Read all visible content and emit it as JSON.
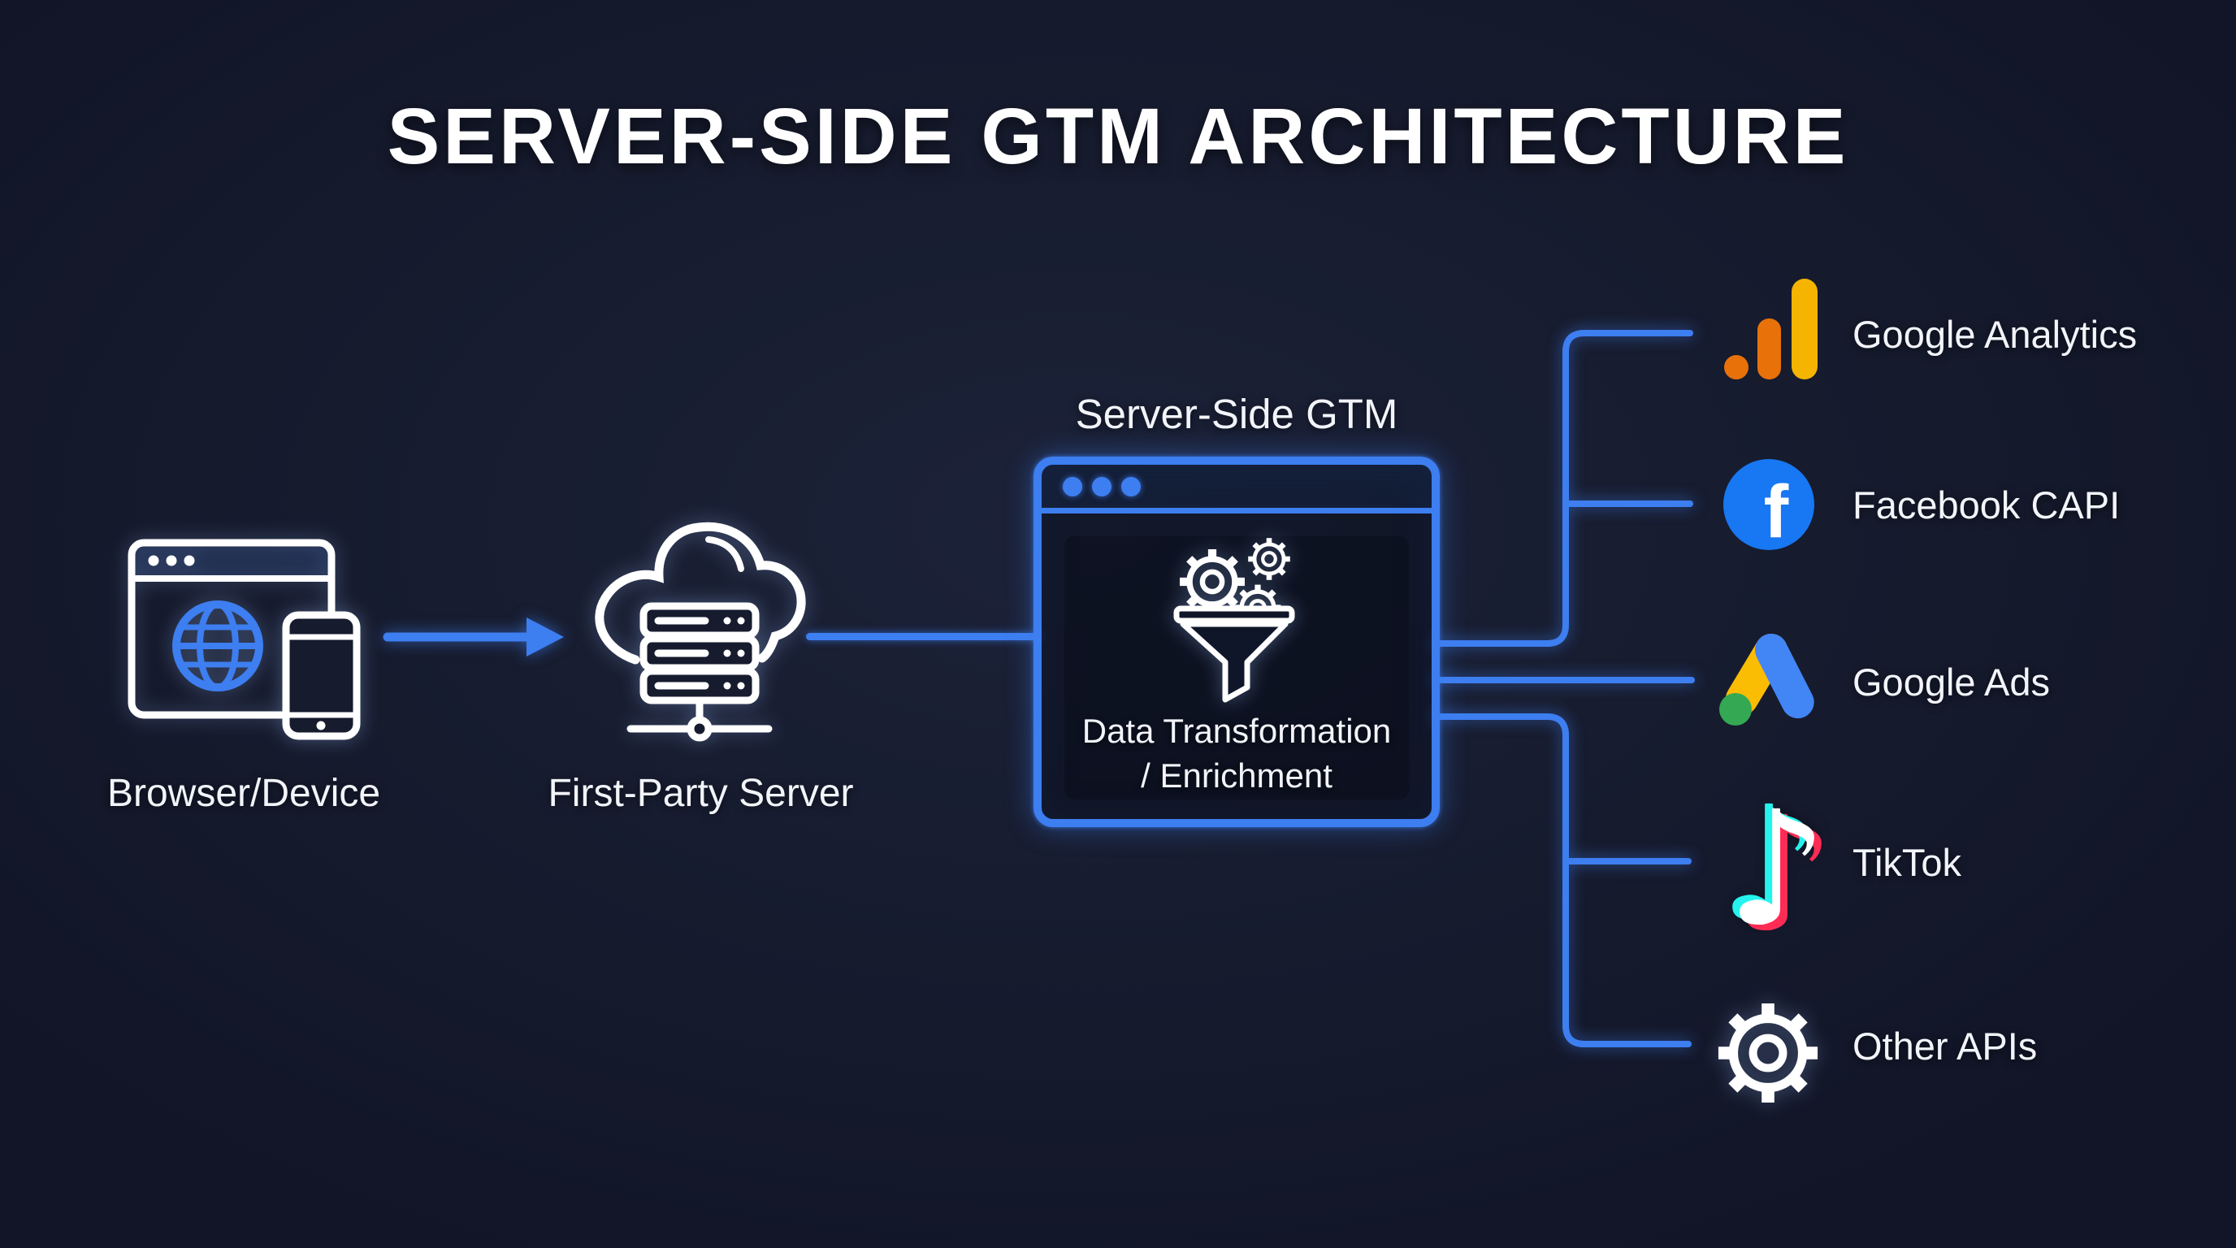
{
  "title": "SERVER-SIDE GTM ARCHITECTURE",
  "colors": {
    "bg": "#161b2e",
    "bg-deep": "#10142a",
    "accent": "#3d7ef0",
    "text": "#f2f4fa",
    "ga-amber": "#F4B400",
    "ga-orange": "#E8710A",
    "fb-blue": "#1877F2",
    "ads-yellow": "#FBBC04",
    "ads-blue": "#4285F4",
    "ads-green": "#34A853",
    "tiktok-cyan": "#25F4EE",
    "tiktok-red": "#FE2C55"
  },
  "nodes": {
    "browser": {
      "label": "Browser/Device"
    },
    "server": {
      "label": "First-Party Server"
    },
    "gtm": {
      "title": "Server-Side GTM",
      "description_line1": "Data Transformation",
      "description_line2": "/ Enrichment"
    }
  },
  "destinations": [
    {
      "label": "Google Analytics",
      "icon": "google-analytics-icon"
    },
    {
      "label": "Facebook CAPI",
      "icon": "facebook-icon"
    },
    {
      "label": "Google Ads",
      "icon": "google-ads-icon"
    },
    {
      "label": "TikTok",
      "icon": "tiktok-icon"
    },
    {
      "label": "Other APIs",
      "icon": "gear-icon"
    }
  ],
  "icons": {
    "facebook_f": "f",
    "tiktok_note": "♪"
  }
}
